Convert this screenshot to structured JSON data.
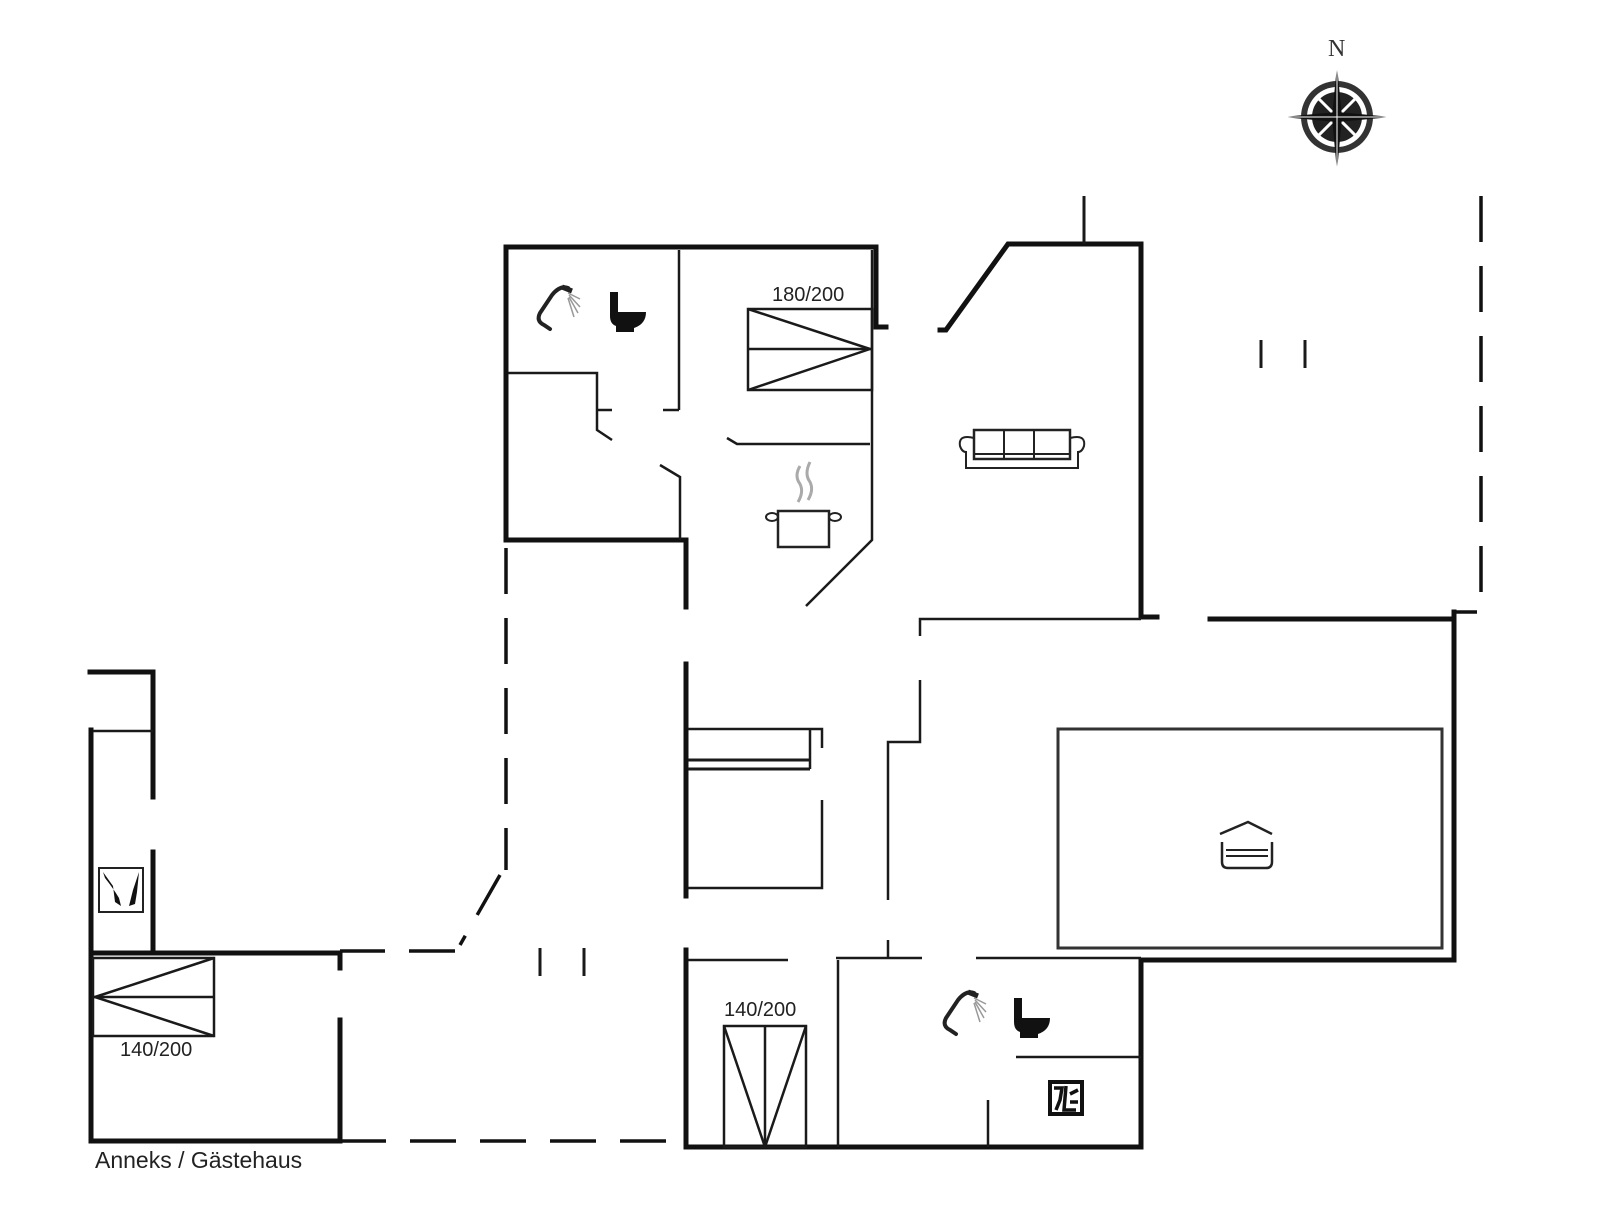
{
  "plan": {
    "caption": "Anneks / Gästehaus",
    "compass": {
      "north_label": "N"
    },
    "bed_labels": {
      "main_bedroom": "180/200",
      "bedroom_south": "140/200",
      "annex_bedroom": "140/200"
    },
    "icons": {
      "bathroom_north": [
        "shower-icon",
        "toilet-icon"
      ],
      "kitchen": "cooking-pot-icon",
      "living_room": "sofa-icon",
      "pool_room": "indoor-pool-icon",
      "bathroom_south": [
        "shower-icon",
        "toilet-icon"
      ],
      "utility_room": "washing-machine-icon",
      "annex": "sauna-icon"
    },
    "colors": {
      "wall": "#111111",
      "background": "#ffffff"
    }
  }
}
